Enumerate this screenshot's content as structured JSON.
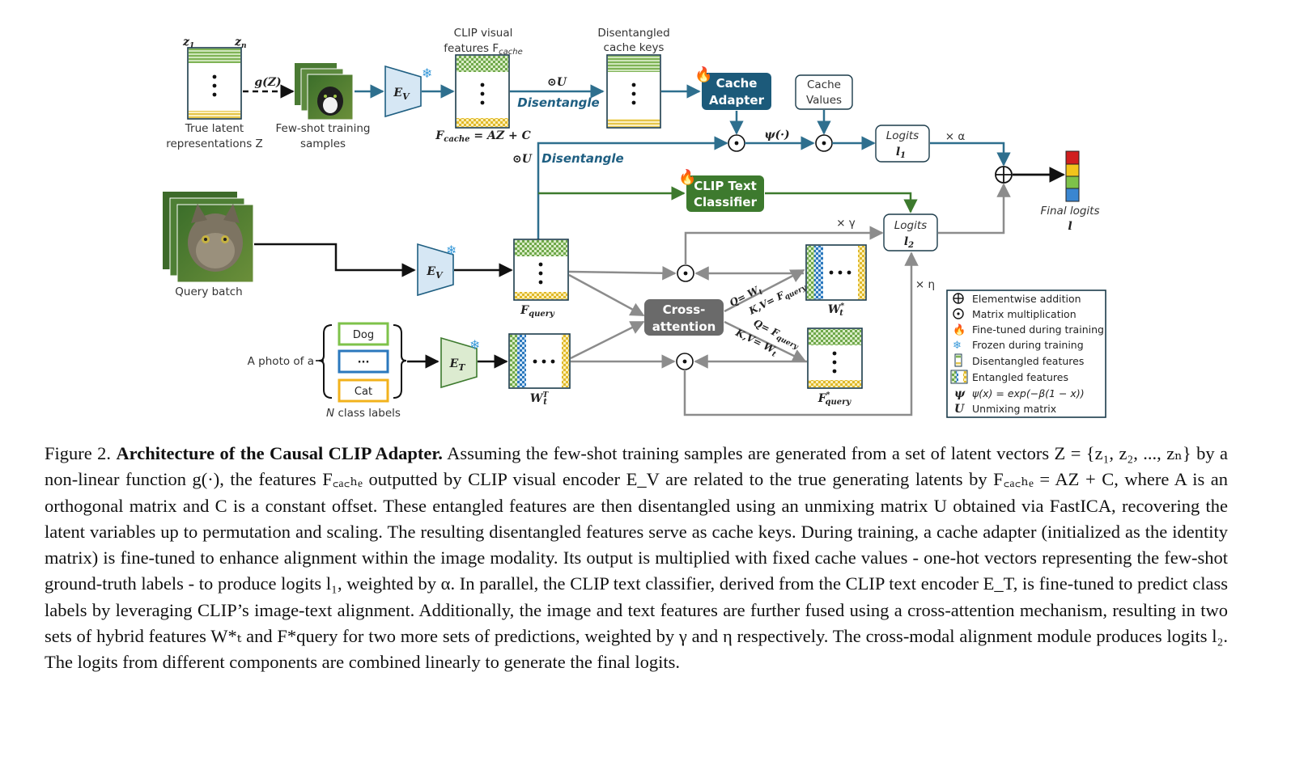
{
  "diagram": {
    "latent": {
      "z1": "z",
      "z1_sub": "1",
      "zn": "z",
      "zn_sub": "n",
      "label_line1": "True latent",
      "label_line2": "representations Z"
    },
    "gz_label": "g(Z)",
    "fewshot_label_line1": "Few-shot training",
    "fewshot_label_line2": "samples",
    "encoder_v": "E",
    "encoder_v_sub": "V",
    "encoder_t": "E",
    "encoder_t_sub": "T",
    "clip_visual_line1": "CLIP visual",
    "clip_visual_line2": "features F",
    "clip_visual_sub": "cache",
    "fcache_eq": "F",
    "fcache_eq_sub": "cache",
    "fcache_eq_rhs": " = AZ + C",
    "odot_u": "⊙U",
    "disentangle": "Disentangle",
    "dis_keys_line1": "Disentangled",
    "dis_keys_line2": "cache keys",
    "cache_adapter_line1": "Cache",
    "cache_adapter_line2": "Adapter",
    "cache_values_line1": "Cache",
    "cache_values_line2": "Values",
    "psi": "ψ(·)",
    "logits1_line1": "Logits",
    "logits1_line2": "l",
    "logits1_sub": "1",
    "times_alpha": "× α",
    "final_logits_line1": "Final logits",
    "final_logits_line2": "l",
    "clip_text_line1": "CLIP Text",
    "clip_text_line2": "Classifier",
    "logits2_line1": "Logits",
    "logits2_line2": "l",
    "logits2_sub": "2",
    "times_gamma": "× γ",
    "times_eta": "× η",
    "query_batch": "Query batch",
    "fquery": "F",
    "fquery_sub": "query",
    "cross_line1": "Cross-",
    "cross_line2": "attention",
    "wt_star": "W",
    "wt_star_sub": "t",
    "wt_star_sup": "*",
    "fquery_star": "F",
    "fquery_star_sub": "query",
    "fquery_star_sup": "*",
    "wt_T": "W",
    "wt_T_sub": "t",
    "wt_T_sup": "T",
    "q_wt": "Q= W",
    "q_wt_sub": "t",
    "kv_fq": "K,V= F",
    "kv_fq_sub": "query",
    "q_fq": "Q= F",
    "q_fq_sub": "query",
    "kv_wt": "K,V= W",
    "kv_wt_sub": "t",
    "a_photo_of_a": "A photo of a",
    "class_dog": "Dog",
    "class_dots": "···",
    "class_cat": "Cat",
    "n_class_labels_n": "N",
    "n_class_labels_rest": " class labels",
    "legend": {
      "items": [
        {
          "symbol": "⊕",
          "text": "Elementwise addition"
        },
        {
          "symbol": "⊙",
          "text": "Matrix multiplication"
        },
        {
          "symbol": "fire",
          "text": "Fine-tuned during training"
        },
        {
          "symbol": "snow",
          "text": "Frozen during training"
        },
        {
          "symbol": "dis",
          "text": "Disentangled features"
        },
        {
          "symbol": "ent",
          "text": "Entangled features"
        },
        {
          "symbol": "ψ",
          "text": "ψ(x) = exp(−β(1 − x))"
        },
        {
          "symbol": "U",
          "text": "Unmixing matrix"
        }
      ]
    },
    "colors": {
      "teal": "#2e6f8e",
      "green": "#3d7a2e",
      "gray": "#8c8c8c",
      "dark_blue_box": "#1c5a7a",
      "cross_gray": "#6a6a6a"
    }
  },
  "caption": {
    "fig_label": "Figure 2.",
    "title": "Architecture of the Causal CLIP Adapter.",
    "body": " Assuming the few-shot training samples are generated from a set of latent vectors Z = {z₁, z₂, ..., zₙ} by a non-linear function g(·), the features F꜀ₐ꜀ₕₑ outputted by CLIP visual encoder E_V are related to the true generating latents by F꜀ₐ꜀ₕₑ = AZ + C, where A is an orthogonal matrix and C is a constant offset. These entangled features are then disentangled using an unmixing matrix U obtained via FastICA, recovering the latent variables up to permutation and scaling. The resulting disentangled features serve as cache keys. During training, a cache adapter (initialized as the identity matrix) is fine-tuned to enhance alignment within the image modality. Its output is multiplied with fixed cache values - one-hot vectors representing the few-shot ground-truth labels - to produce logits l₁, weighted by α. In parallel, the CLIP text classifier, derived from the CLIP text encoder E_T, is fine-tuned to predict class labels by leveraging CLIP’s image-text alignment. Additionally, the image and text features are further fused using a cross-attention mechanism, resulting in two sets of hybrid features W*ₜ and F*query for two more sets of predictions, weighted by γ and η respectively. The cross-modal alignment module produces logits l₂. The logits from different components are combined linearly to generate the final logits."
  }
}
